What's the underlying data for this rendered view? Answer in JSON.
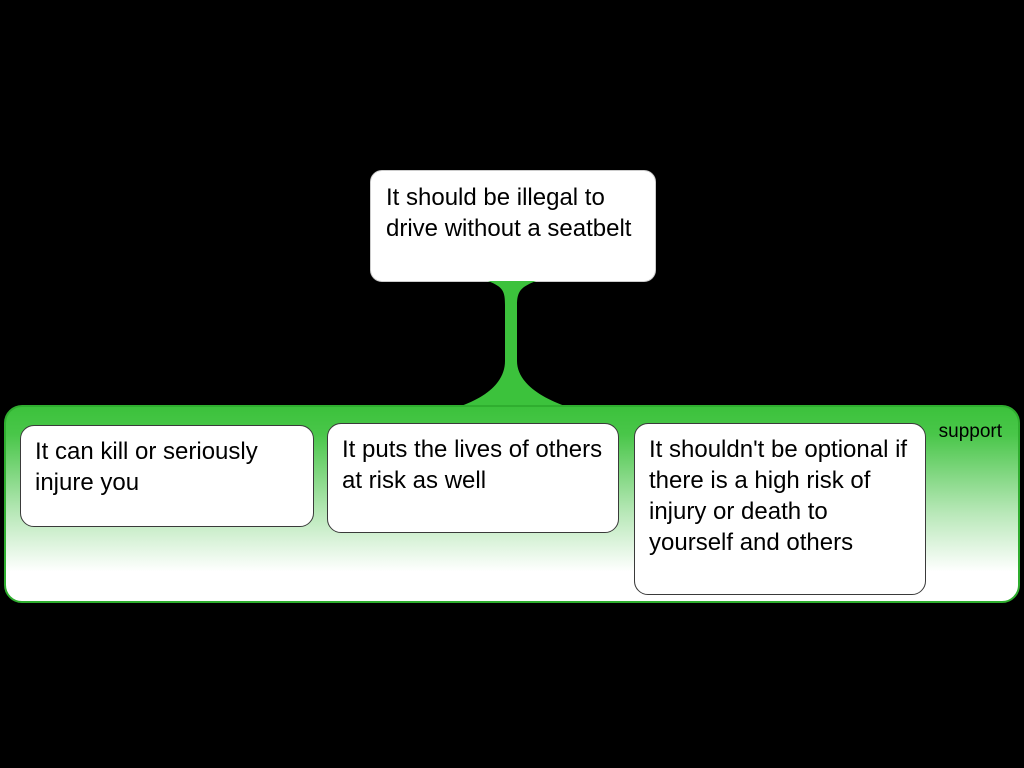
{
  "canvas": {
    "background": "#000000"
  },
  "claim": {
    "text": "It should be illegal to drive without a seatbelt"
  },
  "connector": {
    "color": "#3cc23c"
  },
  "group": {
    "type_label": "support",
    "accent_color": "#3cc23c",
    "reasons": [
      "It can kill or seriously injure you",
      "It puts the lives of others at risk as well",
      "It shouldn't be optional if there is a high risk of injury or death to yourself and others"
    ]
  }
}
